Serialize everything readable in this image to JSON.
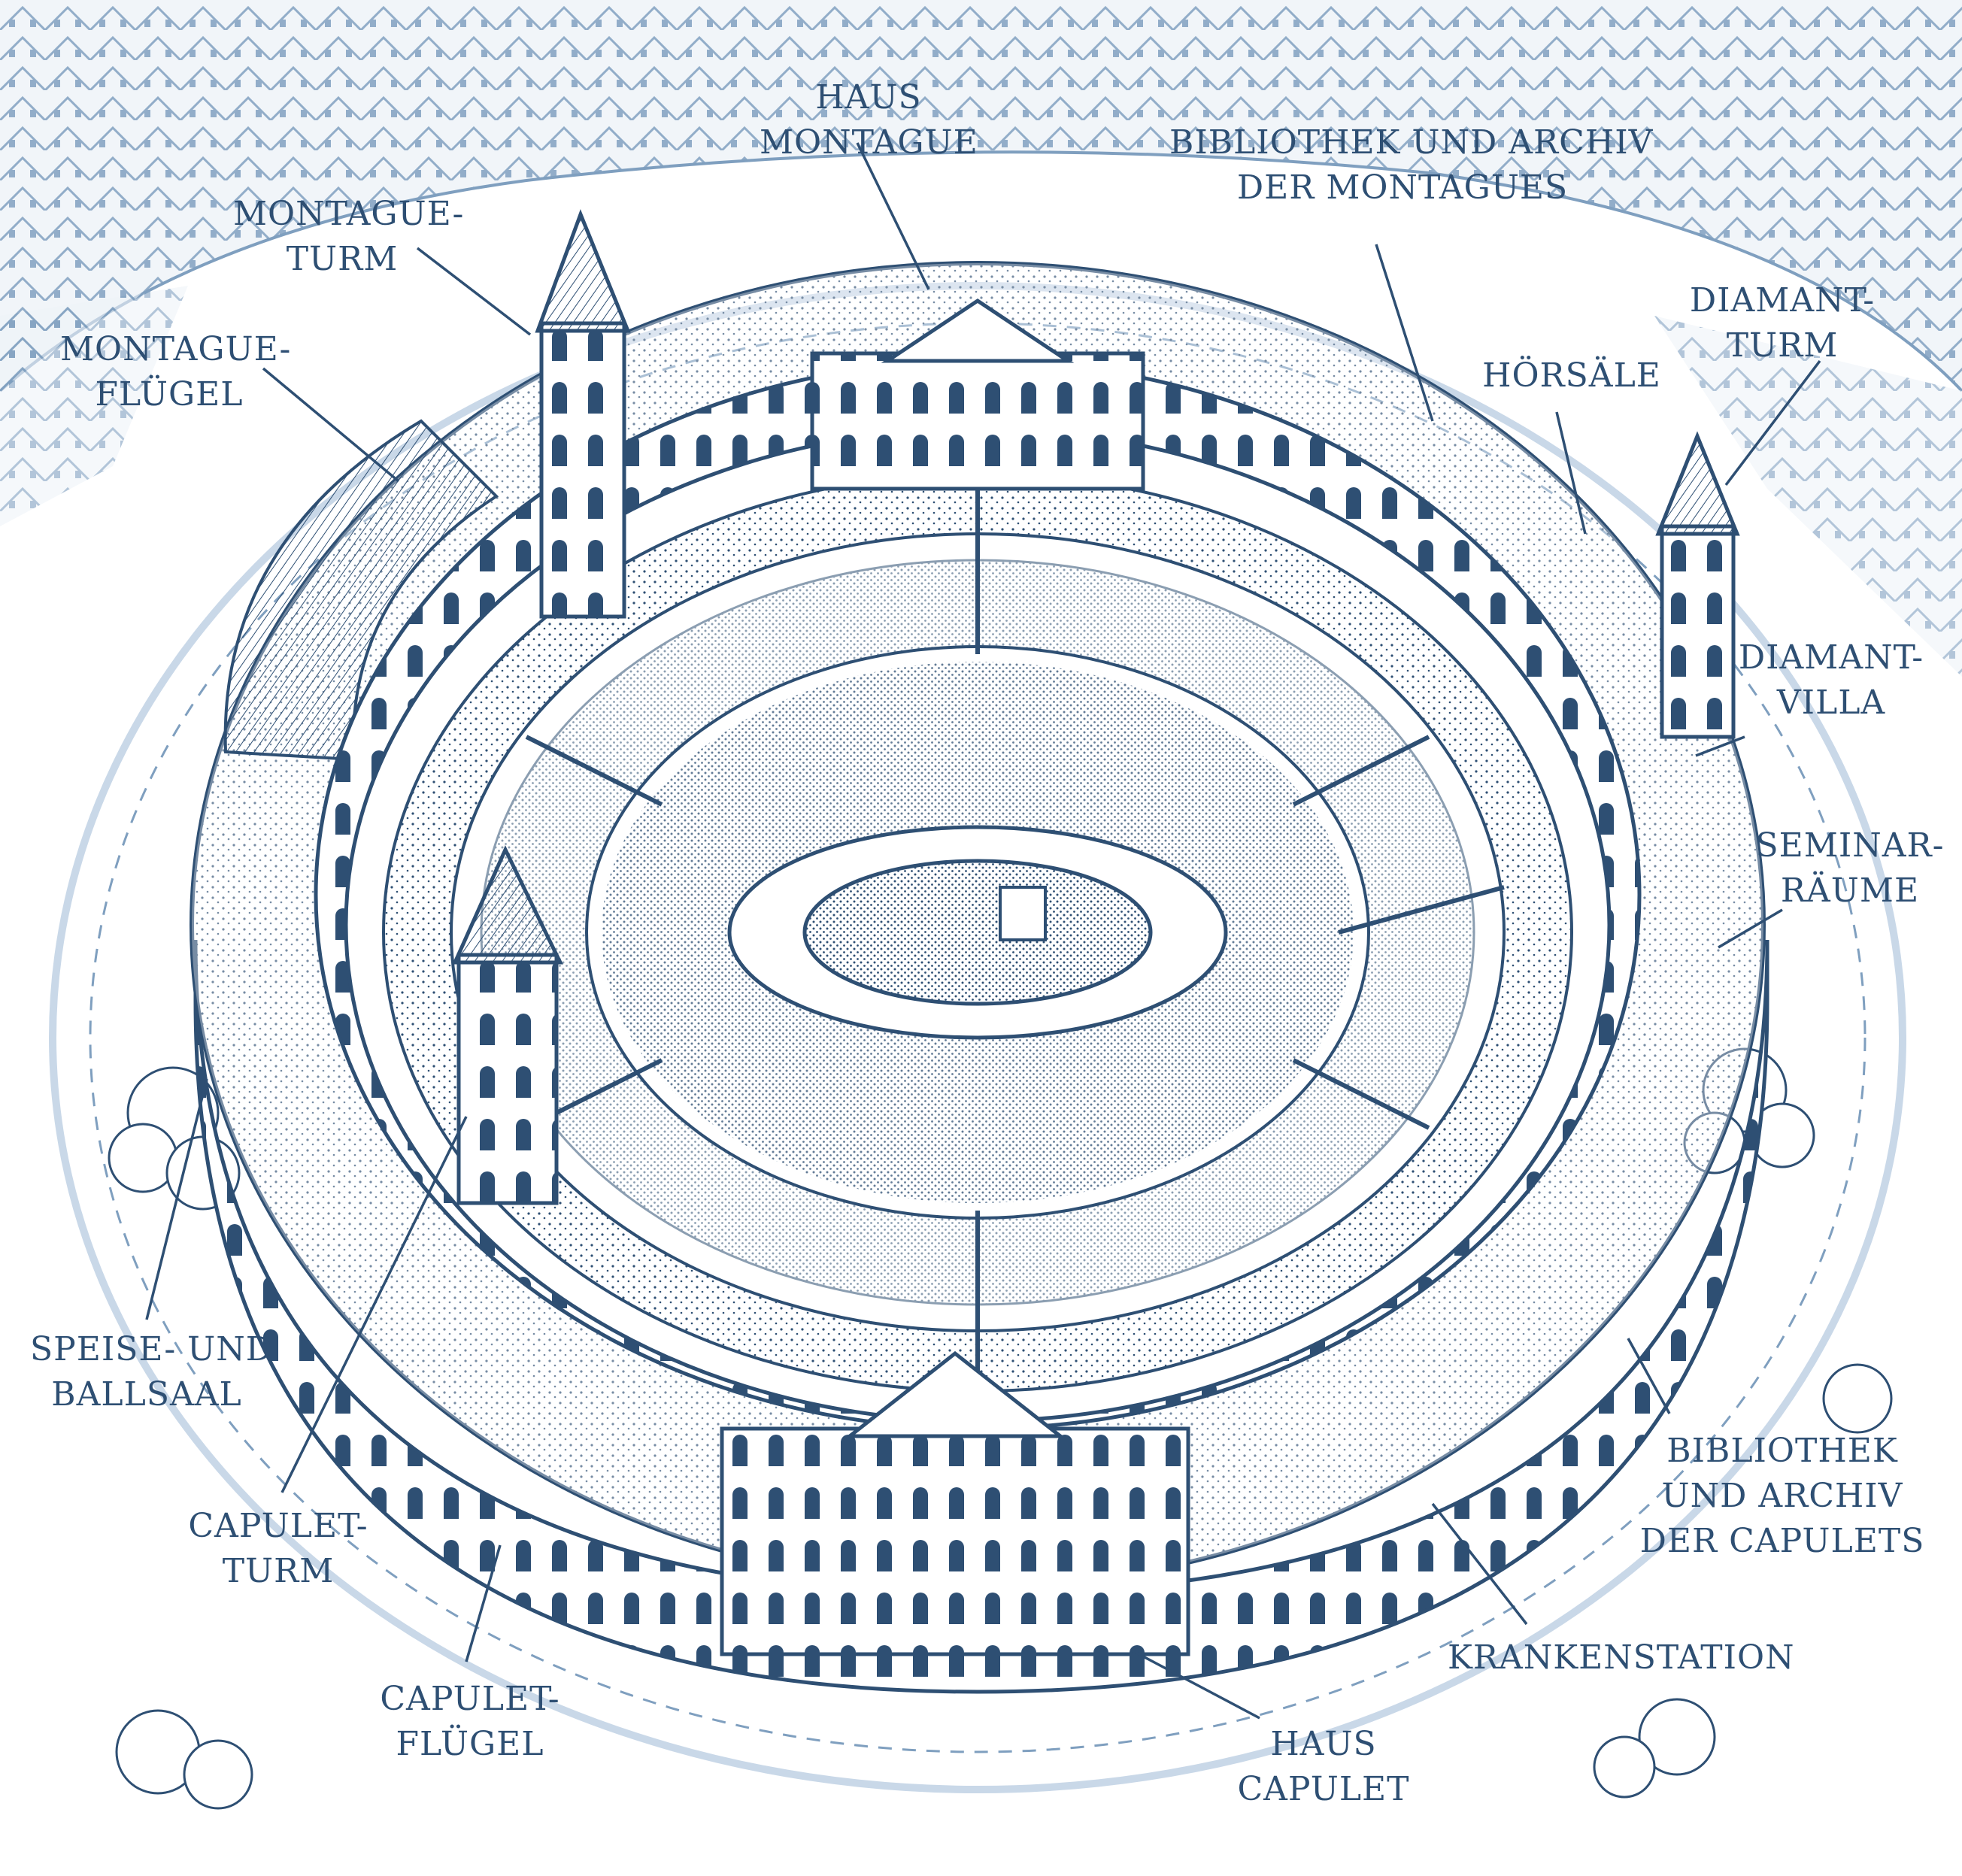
{
  "labels": {
    "haus_montague": [
      "HAUS",
      "MONTAGUE"
    ],
    "bibliothek_montagues": [
      "BIBLIOTHEK UND ARCHIV",
      "DER MONTAGUES"
    ],
    "montague_turm": [
      "MONTAGUE-",
      "TURM"
    ],
    "montague_fluegel": [
      "MONTAGUE-",
      "FLÜGEL"
    ],
    "hoersaele": [
      "HÖRSÄLE"
    ],
    "diamant_turm": [
      "DIAMANT-",
      "TURM"
    ],
    "diamant_villa": [
      "DIAMANT-",
      "VILLA"
    ],
    "seminar_raeume": [
      "SEMINAR-",
      "RÄUME"
    ],
    "speise_ballsaal": [
      "SPEISE- UND",
      "BALLSAAL"
    ],
    "capulet_turm": [
      "CAPULET-",
      "TURM"
    ],
    "capulet_fluegel": [
      "CAPULET-",
      "FLÜGEL"
    ],
    "bibliothek_capulets": [
      "BIBLIOTHEK",
      "UND ARCHIV",
      "DER CAPULETS"
    ],
    "krankenstation": [
      "KRANKENSTATION"
    ],
    "haus_capulet": [
      "HAUS",
      "CAPULET"
    ]
  },
  "colors": {
    "ink": "#2e4f73",
    "ink_light": "#7f9fbf",
    "wash": "#c9d8e8",
    "paper": "#ffffff"
  }
}
